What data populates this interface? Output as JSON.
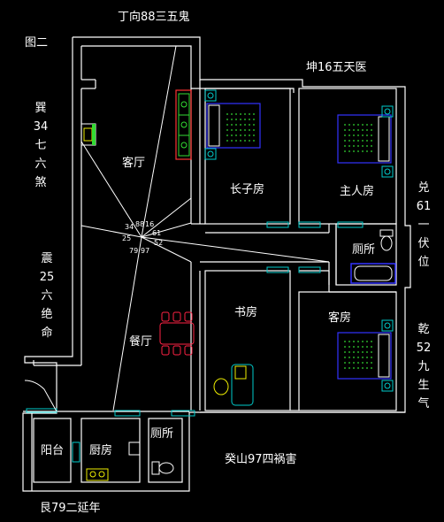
{
  "labels": {
    "title_top": "丁向88三五鬼",
    "figure": "图二",
    "kun": "坤16五天医",
    "gui": "癸山97四祸害",
    "gen": "艮79二延年"
  },
  "rooms": {
    "living": "客厅",
    "dining": "餐厅",
    "eldest_son": "长子房",
    "master": "主人房",
    "toilet_right": "厕所",
    "study": "书房",
    "guest": "客房",
    "balcony": "阳台",
    "kitchen": "厨房",
    "toilet_bottom": "厕所"
  },
  "side_labels": {
    "xun": [
      "巽",
      "34",
      "七",
      "六",
      "煞"
    ],
    "zhen": [
      "震",
      "25",
      "六",
      "绝",
      "命"
    ],
    "dui": [
      "兑",
      "61",
      "一",
      "伏",
      "位"
    ],
    "qian": [
      "乾",
      "52",
      "九",
      "生",
      "气"
    ]
  },
  "center_numbers": {
    "n34": "34",
    "n88": "88",
    "n16": "16",
    "n25": "25",
    "n61": "61",
    "n52": "52",
    "n79": "79",
    "n97": "97"
  },
  "colors": {
    "wall": "#ffffff",
    "window": "#00cccc",
    "bed": "#3333ff",
    "dining": "#ff2244",
    "sofa": "#ff3333",
    "green": "#33dd33",
    "yellow": "#eeee00"
  }
}
